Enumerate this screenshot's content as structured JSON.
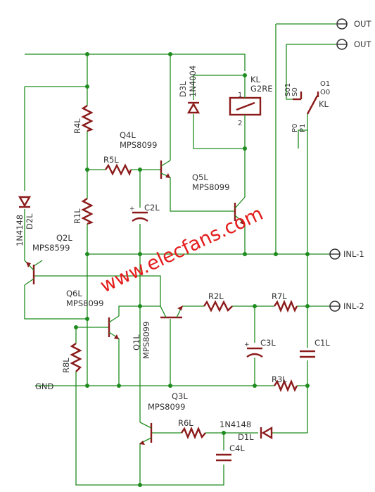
{
  "watermark": "www.elecfans.com",
  "terminals": {
    "out1": "OUT",
    "out2": "OUT",
    "inl1": "INL-1",
    "inl2": "INL-2"
  },
  "gnd": "GND",
  "components": {
    "R4L": "R4L",
    "R5L": "R5L",
    "R1L": "R1L",
    "R8L": "R8L",
    "R2L": "R2L",
    "R7L": "R7L",
    "R3L": "R3L",
    "R6L": "R6L",
    "C2L": "C2L",
    "C3L": "C3L",
    "C1L": "C1L",
    "C4L": "C4L",
    "Q4L": "Q4L",
    "Q4L_part": "MPS8099",
    "Q5L": "Q5L",
    "Q5L_part": "MPS8099",
    "Q2L": "Q2L",
    "Q2L_part": "MPS8599",
    "Q6L": "Q6L",
    "Q6L_part": "MPS8099",
    "Q1L": "Q1L",
    "Q1L_part": "MPS8099",
    "Q3L": "Q3L",
    "Q3L_part": "MPS8099",
    "D3L": "D3L",
    "D3L_part": "1N4004",
    "D2L": "D2L",
    "D2L_part": "1N4148",
    "D1L": "D1L",
    "D1L_part": "1N4148",
    "KL": "KL",
    "KL_part": "G2RE",
    "KL_switch": "KL",
    "pin1": "1",
    "pin2": "2",
    "S01": "S01",
    "S0": "S0",
    "O1": "O1",
    "O0": "O0",
    "P0": "P0",
    "P1": "P1"
  }
}
